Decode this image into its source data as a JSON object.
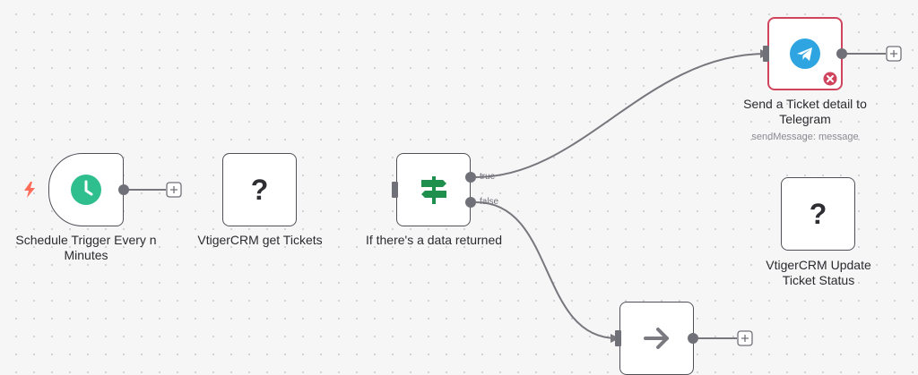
{
  "nodes": {
    "schedule": {
      "label": "Schedule Trigger Every n Minutes",
      "icon": "clock-icon",
      "color": "#2fbf8f"
    },
    "vtiger_get": {
      "label": "VtigerCRM get Tickets",
      "icon": "question-icon",
      "glyph": "?"
    },
    "if_node": {
      "label": "If there's a data returned",
      "icon": "signpost-icon",
      "color": "#1f8f4e",
      "output_true": "true",
      "output_false": "false"
    },
    "telegram": {
      "label": "Send a Ticket detail to Telegram",
      "sublabel": "sendMessage: message",
      "icon": "telegram-icon",
      "color": "#2ea4e0",
      "status": "error"
    },
    "vtiger_update": {
      "label": "VtigerCRM Update Ticket Status",
      "icon": "question-icon",
      "glyph": "?"
    },
    "noop": {
      "label": "",
      "icon": "arrow-right-icon"
    }
  },
  "colors": {
    "error": "#d0455d",
    "edge": "#77777d",
    "trigger_bolt": "#ff6d5a"
  }
}
